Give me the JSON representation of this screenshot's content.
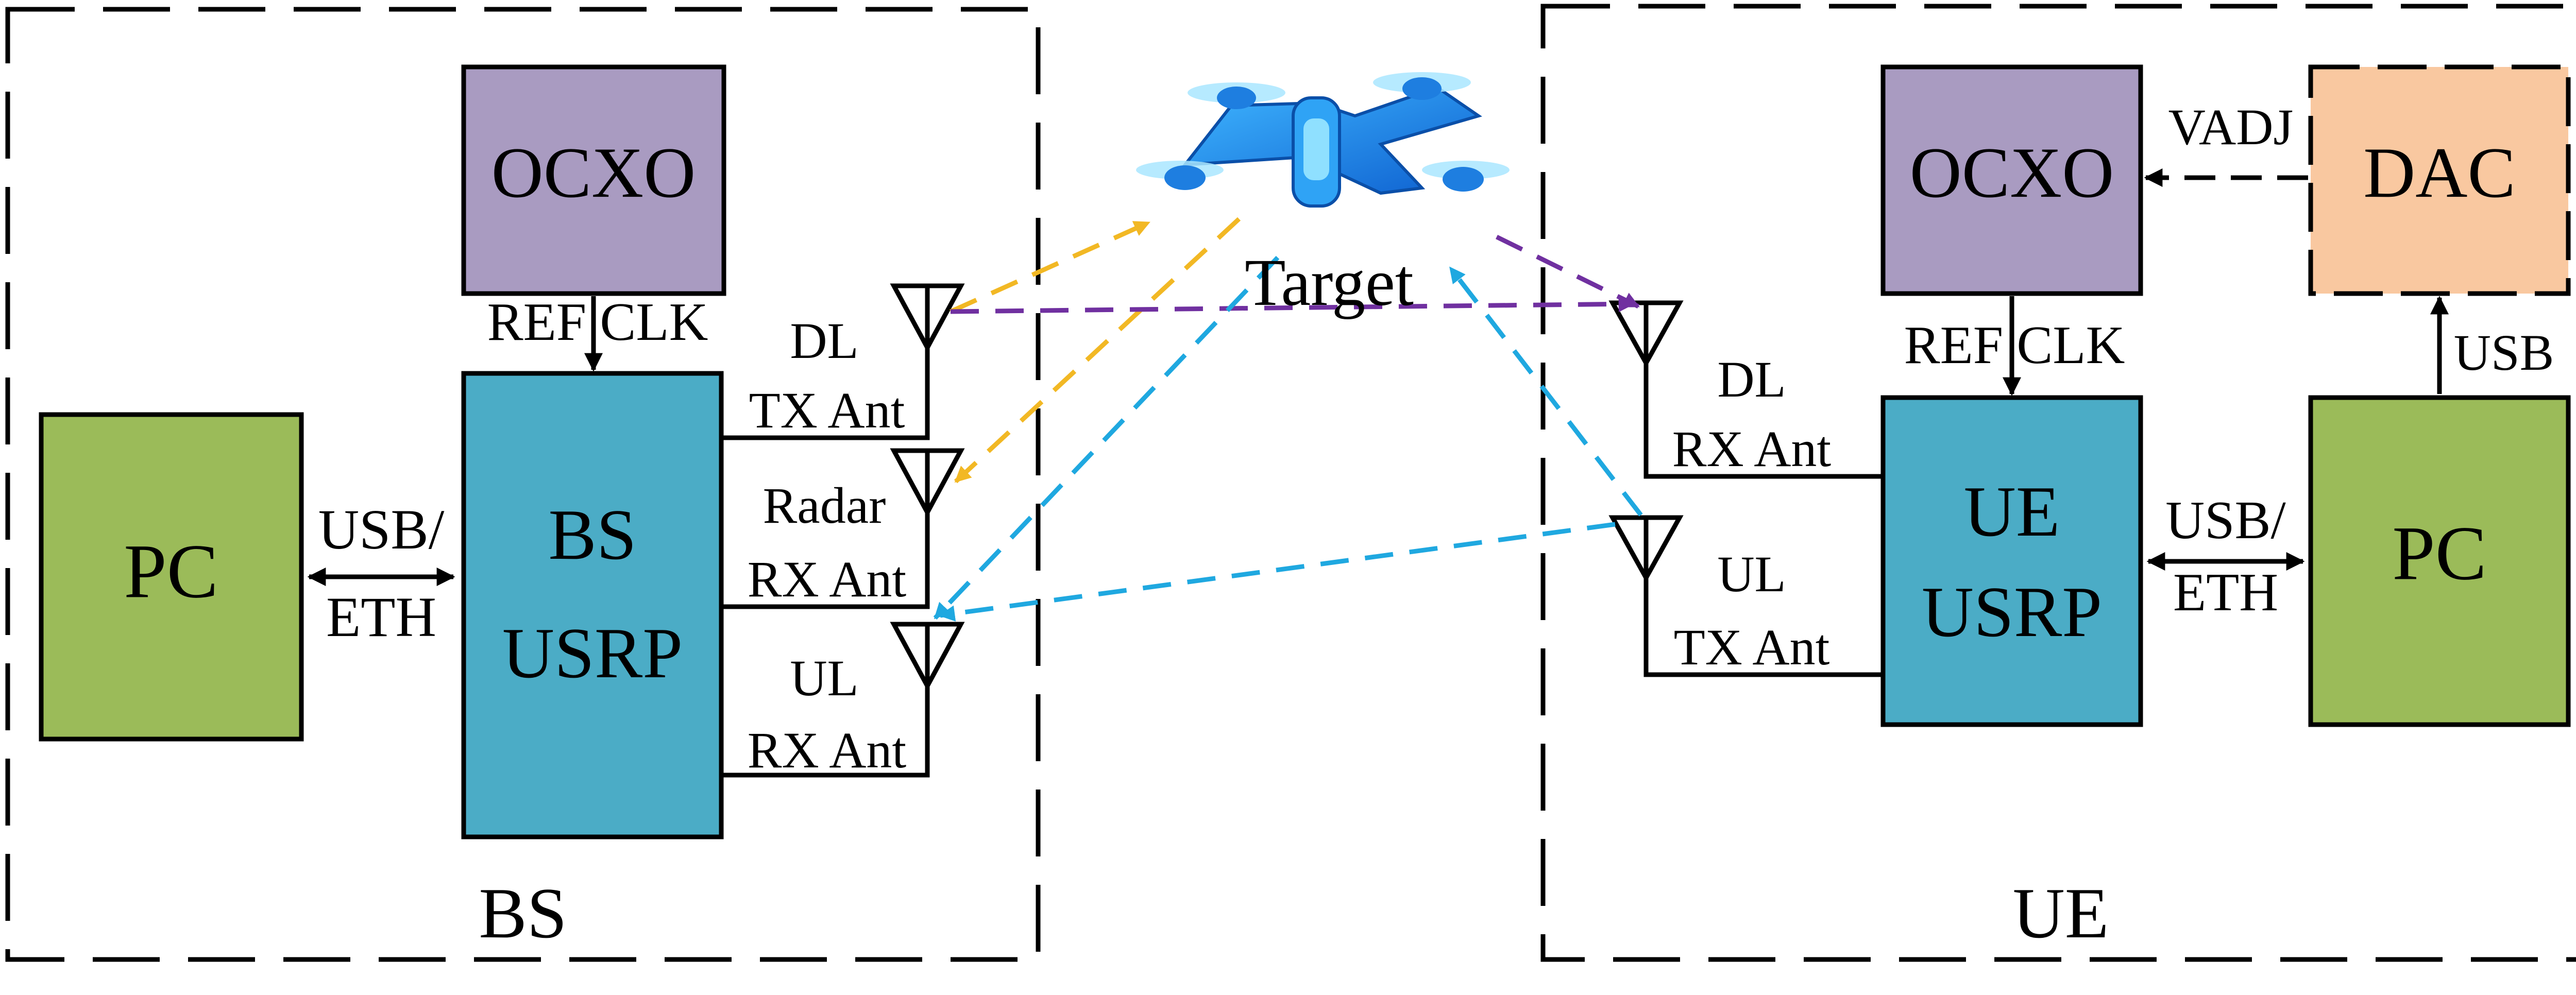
{
  "bs": {
    "region_label": "BS",
    "pc_label": "PC",
    "usb_label_1": "USB/",
    "usb_label_2": "ETH",
    "ocxo_label": "OCXO",
    "refclk_label": "REF CLK",
    "usrp_label_1": "BS",
    "usrp_label_2": "USRP",
    "dl_tx_1": "DL",
    "dl_tx_2": "TX Ant",
    "radar_rx_1": "Radar",
    "radar_rx_2": "RX Ant",
    "ul_rx_1": "UL",
    "ul_rx_2": "RX Ant"
  },
  "ue": {
    "region_label": "UE",
    "pc_label": "PC",
    "usb_label_1": "USB/",
    "usb_label_2": "ETH",
    "usb_dac_label": "USB",
    "ocxo_label": "OCXO",
    "dac_label": "DAC",
    "vadj_label": "VADJ",
    "refclk_label": "REF CLK",
    "usrp_label_1": "UE",
    "usrp_label_2": "USRP",
    "dl_rx_1": "DL",
    "dl_rx_2": "RX Ant",
    "ul_tx_1": "UL",
    "ul_tx_2": "TX Ant"
  },
  "target": {
    "label": "Target",
    "icon": "drone-icon"
  },
  "colors": {
    "ocxo": "#a99bc1",
    "usrp": "#4bacc6",
    "pc": "#9bbb59",
    "dac": "#f9c8a0",
    "radar_path": "#f2b824",
    "dl_path": "#7030a0",
    "ul_path": "#1fa8e0",
    "drone": "#1e7ee0"
  }
}
